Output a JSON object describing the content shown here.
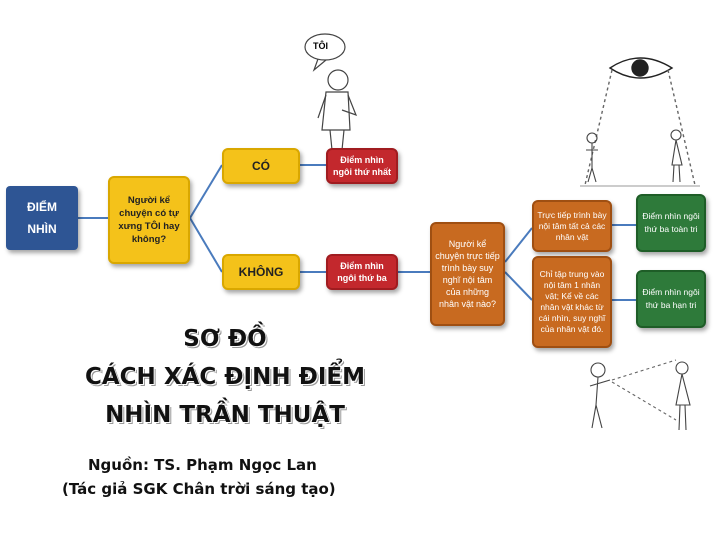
{
  "diagram": {
    "root": "ĐIỂM\nNHÌN",
    "question1": "Người kể chuyện có tự xưng TÔI hay không?",
    "yes_label": "CÓ",
    "no_label": "KHÔNG",
    "first_person": "Điểm nhìn ngôi thứ nhất",
    "third_person": "Điểm nhìn ngôi thứ ba",
    "question2": "Người kể chuyện trực tiếp trình bày suy nghĩ nội tâm của những nhân vật nào?",
    "option_all": "Trực tiếp trình bày nội tâm tất cả các nhân vật",
    "option_one": "Chỉ tập trung vào nội tâm 1 nhân vật; Kể về các nhân vật khác từ cái nhìn, suy nghĩ của nhân vật đó.",
    "omniscient": "Điểm nhìn ngôi thứ ba toàn tri",
    "limited": "Điểm nhìn ngôi thứ ba hạn tri",
    "speech_bubble": "TÔI"
  },
  "title": {
    "line1": "SƠ ĐỒ",
    "line2": "CÁCH XÁC ĐỊNH ĐIỂM",
    "line3": "NHÌN TRẦN THUẬT"
  },
  "source": {
    "line1": "Nguồn: TS. Phạm Ngọc Lan",
    "line2": "(Tác giả SGK Chân trời sáng tạo)"
  },
  "colors": {
    "root": "#2e5594",
    "question": "#f4c21a",
    "result": "#c3282d",
    "branch": "#c86a20",
    "final": "#2e7a3a",
    "connector": "#4a7bbd"
  }
}
